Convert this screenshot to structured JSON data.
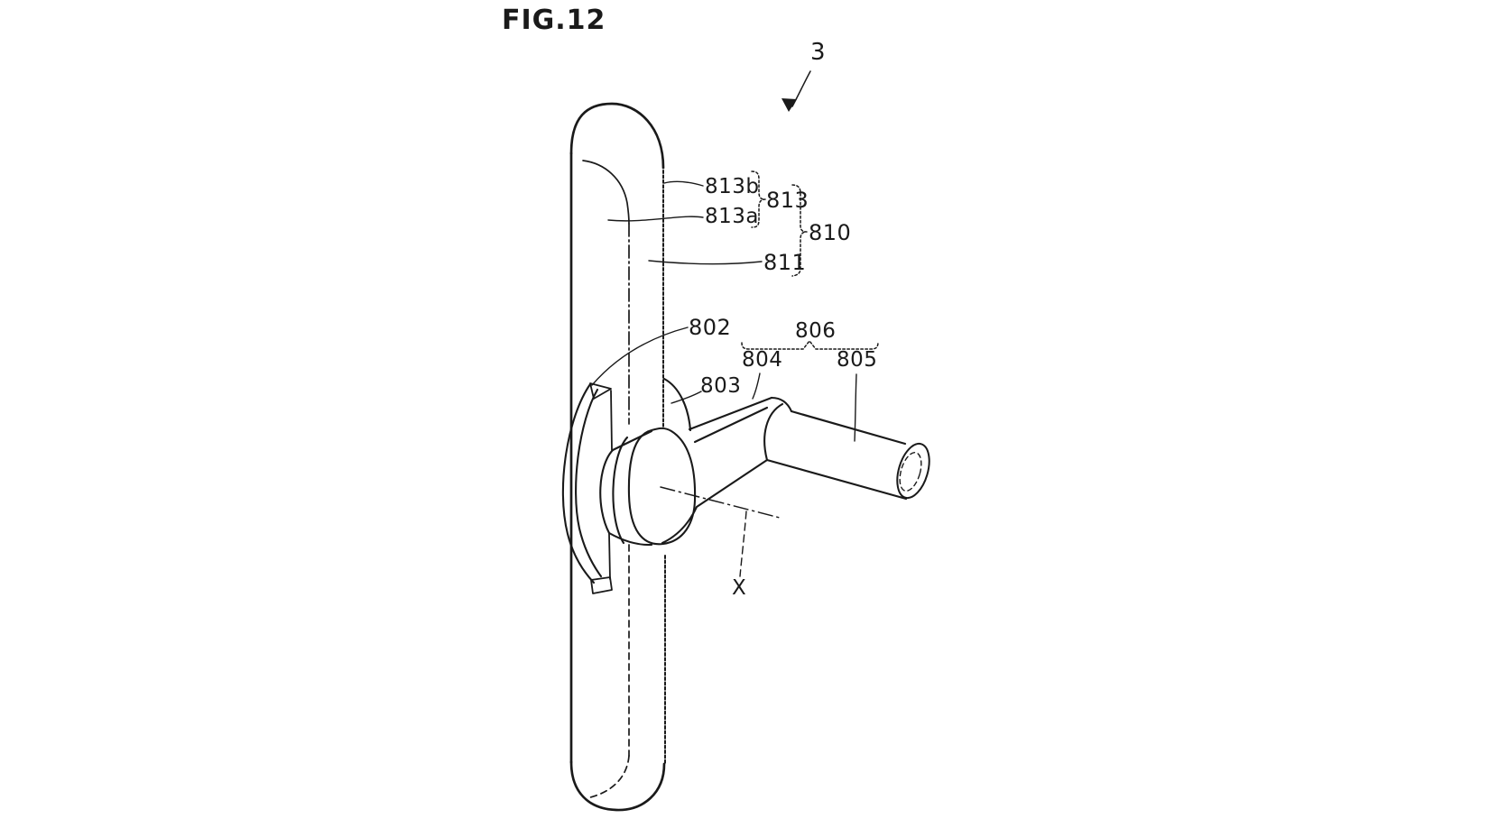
{
  "figure": {
    "title": "FIG.12",
    "labels": {
      "r3": "3",
      "r813b": "813b",
      "r813a": "813a",
      "r813": "813",
      "r810": "810",
      "r811": "811",
      "r802": "802",
      "r803": "803",
      "r804": "804",
      "r805": "805",
      "r806": "806",
      "rX": "X"
    }
  },
  "colors": {
    "ink": "#1a1a1a",
    "background": "#ffffff"
  }
}
